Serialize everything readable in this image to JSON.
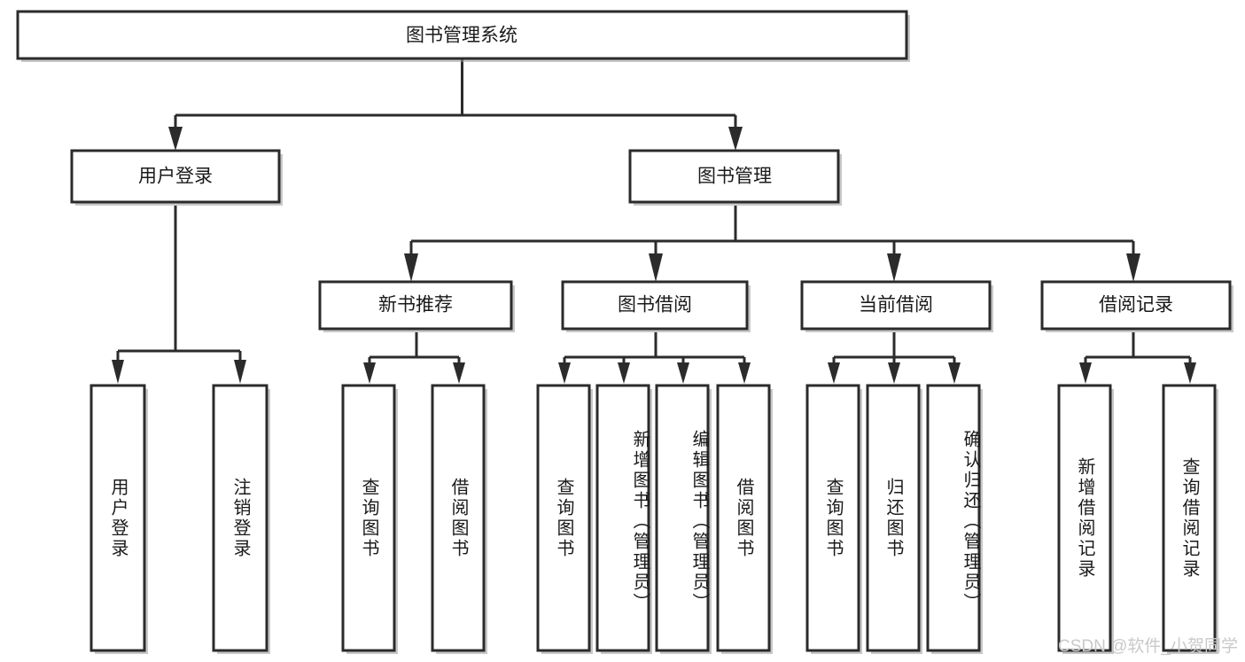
{
  "diagram": {
    "title": "图书管理系统",
    "type": "tree",
    "orientation": "top-down",
    "root": {
      "id": "root",
      "label": "图书管理系统",
      "level": 0,
      "text_orientation": "horizontal"
    },
    "level2": [
      {
        "id": "user-login",
        "label": "用户登录",
        "text_orientation": "horizontal"
      },
      {
        "id": "book-management",
        "label": "图书管理",
        "text_orientation": "horizontal"
      }
    ],
    "level3": [
      {
        "id": "new-book-recommend",
        "label": "新书推荐",
        "parent": "book-management",
        "text_orientation": "horizontal"
      },
      {
        "id": "book-borrow",
        "label": "图书借阅",
        "parent": "book-management",
        "text_orientation": "horizontal"
      },
      {
        "id": "current-borrow",
        "label": "当前借阅",
        "parent": "book-management",
        "text_orientation": "horizontal"
      },
      {
        "id": "borrow-record",
        "label": "借阅记录",
        "parent": "book-management",
        "text_orientation": "horizontal"
      }
    ],
    "leaves": [
      {
        "id": "leaf-user-login",
        "label": "用户登录",
        "parent": "user-login",
        "text_orientation": "vertical"
      },
      {
        "id": "leaf-user-logout",
        "label": "注销登录",
        "parent": "user-login",
        "text_orientation": "vertical"
      },
      {
        "id": "leaf-query-books-1",
        "label": "查询图书",
        "parent": "new-book-recommend",
        "text_orientation": "vertical"
      },
      {
        "id": "leaf-borrow-books-1",
        "label": "借阅图书",
        "parent": "new-book-recommend",
        "text_orientation": "vertical"
      },
      {
        "id": "leaf-query-books-2",
        "label": "查询图书",
        "parent": "book-borrow",
        "text_orientation": "vertical"
      },
      {
        "id": "leaf-add-book-admin",
        "label": "新增图书（管理员）",
        "parent": "book-borrow",
        "text_orientation": "vertical"
      },
      {
        "id": "leaf-edit-book-admin",
        "label": "编辑图书（管理员）",
        "parent": "book-borrow",
        "text_orientation": "vertical"
      },
      {
        "id": "leaf-borrow-books-2",
        "label": "借阅图书",
        "parent": "book-borrow",
        "text_orientation": "vertical"
      },
      {
        "id": "leaf-query-books-3",
        "label": "查询图书",
        "parent": "current-borrow",
        "text_orientation": "vertical"
      },
      {
        "id": "leaf-return-books",
        "label": "归还图书",
        "parent": "current-borrow",
        "text_orientation": "vertical"
      },
      {
        "id": "leaf-confirm-return-admin",
        "label": "确认归还（管理员）",
        "parent": "current-borrow",
        "text_orientation": "vertical"
      },
      {
        "id": "leaf-add-borrow-record",
        "label": "新增借阅记录",
        "parent": "borrow-record",
        "text_orientation": "vertical"
      },
      {
        "id": "leaf-query-borrow-record",
        "label": "查询借阅记录",
        "parent": "borrow-record",
        "text_orientation": "vertical"
      }
    ],
    "colors": {
      "border": "#2b2b2b",
      "fill": "#ffffff",
      "text": "#1a1a1a",
      "shadow": "#9a9a9a",
      "watermark": "#c9c9c9",
      "background": "#ffffff"
    }
  },
  "watermark": {
    "text": "CSDN @软件_小贺同学"
  }
}
